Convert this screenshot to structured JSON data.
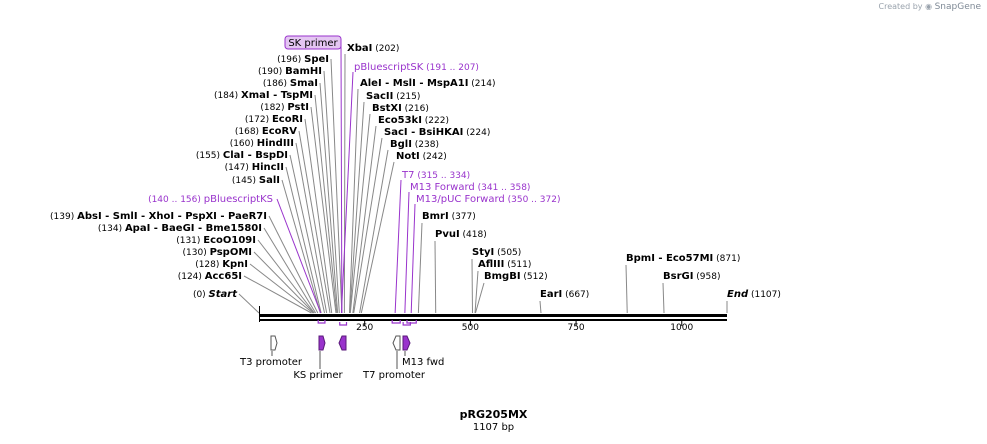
{
  "credit": {
    "created_by": "Created by",
    "brand": "SnapGene"
  },
  "sequence": {
    "name": "pRG205MX",
    "length_label": "1107 bp",
    "length": 1107
  },
  "ruler": {
    "ticks": [
      250,
      500,
      750,
      1000
    ]
  },
  "colors": {
    "feature": "#9933cc",
    "primer_fill": "#e4c6f2",
    "backbone": "#000000",
    "line": "#888888"
  },
  "enzymes": [
    {
      "name": "XbaI",
      "pos": "202",
      "site": 202
    },
    {
      "name": "SpeI",
      "pos": "196",
      "site": 196
    },
    {
      "name": "BamHI",
      "pos": "190",
      "site": 190
    },
    {
      "name": "SmaI",
      "pos": "186",
      "site": 186
    },
    {
      "name": "XmaI - TspMI",
      "pos": "184",
      "site": 184
    },
    {
      "name": "PstI",
      "pos": "182",
      "site": 182
    },
    {
      "name": "AleI - MslI - MspA1I",
      "pos": "214",
      "site": 214
    },
    {
      "name": "EcoRI",
      "pos": "172",
      "site": 172
    },
    {
      "name": "SacII",
      "pos": "215",
      "site": 215
    },
    {
      "name": "EcoRV",
      "pos": "168",
      "site": 168
    },
    {
      "name": "BstXI",
      "pos": "216",
      "site": 216
    },
    {
      "name": "HindIII",
      "pos": "160",
      "site": 160
    },
    {
      "name": "Eco53kI",
      "pos": "222",
      "site": 222
    },
    {
      "name": "ClaI - BspDI",
      "pos": "155",
      "site": 155
    },
    {
      "name": "SacI - BsiHKAI",
      "pos": "224",
      "site": 224
    },
    {
      "name": "HincII",
      "pos": "147",
      "site": 147
    },
    {
      "name": "BglI",
      "pos": "238",
      "site": 238
    },
    {
      "name": "SalI",
      "pos": "145",
      "site": 145
    },
    {
      "name": "NotI",
      "pos": "242",
      "site": 242
    },
    {
      "name": "AbsI - SmlI - XhoI - PspXI - PaeR7I",
      "pos": "139",
      "site": 139
    },
    {
      "name": "ApaI - BaeGI - Bme1580I",
      "pos": "134",
      "site": 134
    },
    {
      "name": "EcoO109I",
      "pos": "131",
      "site": 131
    },
    {
      "name": "PspOMI",
      "pos": "130",
      "site": 130
    },
    {
      "name": "KpnI",
      "pos": "128",
      "site": 128
    },
    {
      "name": "Acc65I",
      "pos": "124",
      "site": 124
    },
    {
      "name": "Start",
      "pos": "0",
      "site": 0
    },
    {
      "name": "BmrI",
      "pos": "377",
      "site": 377
    },
    {
      "name": "PvuI",
      "pos": "418",
      "site": 418
    },
    {
      "name": "StyI",
      "pos": "505",
      "site": 505
    },
    {
      "name": "AflIII",
      "pos": "511",
      "site": 511
    },
    {
      "name": "BmgBI",
      "pos": "512",
      "site": 512
    },
    {
      "name": "EarI",
      "pos": "667",
      "site": 667
    },
    {
      "name": "BpmI - Eco57MI",
      "pos": "871",
      "site": 871
    },
    {
      "name": "BsrGI",
      "pos": "958",
      "site": 958
    },
    {
      "name": "End",
      "pos": "1107",
      "site": 1107
    }
  ],
  "feature_labels": [
    {
      "name": "SK primer",
      "range": ""
    },
    {
      "name": "pBluescriptSK",
      "range": "191 .. 207"
    },
    {
      "name": "T7",
      "range": "315 .. 334"
    },
    {
      "name": "M13 Forward",
      "range": "341 .. 358"
    },
    {
      "name": "M13/pUC Forward",
      "range": "350 .. 372"
    },
    {
      "name": "pBluescriptKS",
      "range": "140 .. 156"
    }
  ],
  "features": [
    {
      "name": "T3 promoter"
    },
    {
      "name": "KS primer"
    },
    {
      "name": "T7 promoter"
    },
    {
      "name": "M13 fwd"
    }
  ]
}
